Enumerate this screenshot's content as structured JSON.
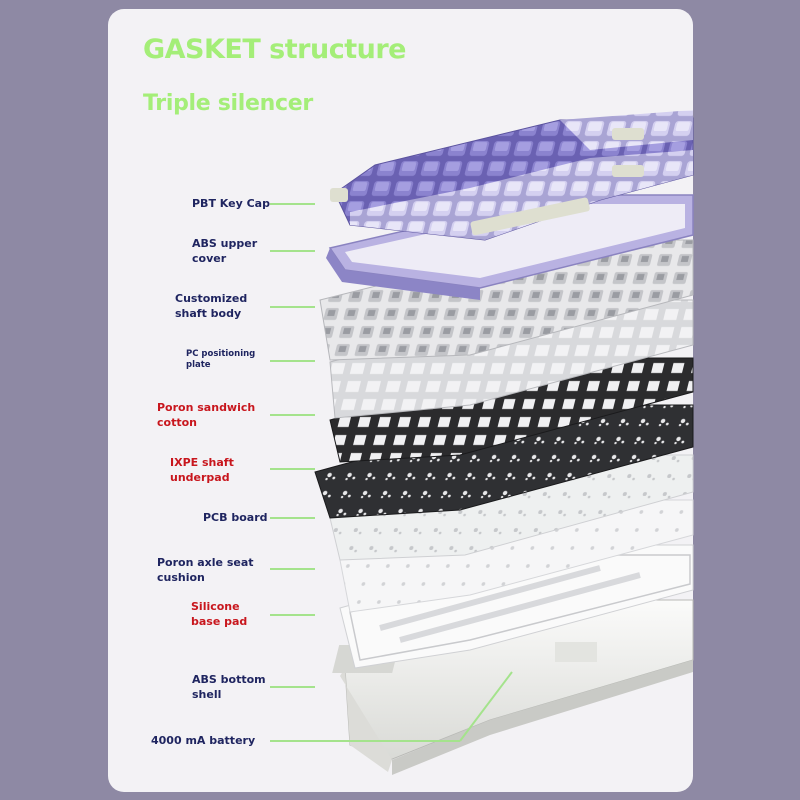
{
  "header": {
    "title": "GASKET structure",
    "subtitle": "Triple silencer"
  },
  "colors": {
    "frame": "#8e89a4",
    "panel": "#f3f2f5",
    "headline_green": "#a4ee78",
    "label_navy": "#1f2560",
    "label_red": "#c8161d",
    "leader_green": "#a4e38c",
    "keycap_purple": "#7f76c4",
    "keycap_lavender": "#c9c4ec",
    "keycap_cream": "#dedfd0",
    "foam_black": "#2b2b2d",
    "shell_white": "#f4f4f2"
  },
  "layers": [
    {
      "lines": [
        "PBT Key Cap"
      ],
      "color": "navy"
    },
    {
      "lines": [
        "ABS upper",
        "cover"
      ],
      "color": "navy"
    },
    {
      "lines": [
        "Customized",
        "shaft body"
      ],
      "color": "navy"
    },
    {
      "lines": [
        "PC positioning",
        "plate"
      ],
      "color": "navy"
    },
    {
      "lines": [
        "Poron sandwich",
        "cotton"
      ],
      "color": "red"
    },
    {
      "lines": [
        "IXPE shaft",
        "underpad"
      ],
      "color": "red"
    },
    {
      "lines": [
        "PCB board"
      ],
      "color": "navy"
    },
    {
      "lines": [
        "Poron axle seat",
        "cushion"
      ],
      "color": "navy"
    },
    {
      "lines": [
        "Silicone",
        "base pad"
      ],
      "color": "red"
    },
    {
      "lines": [
        "ABS bottom",
        "shell"
      ],
      "color": "navy"
    },
    {
      "lines": [
        "4000 mA battery"
      ],
      "color": "navy"
    }
  ]
}
